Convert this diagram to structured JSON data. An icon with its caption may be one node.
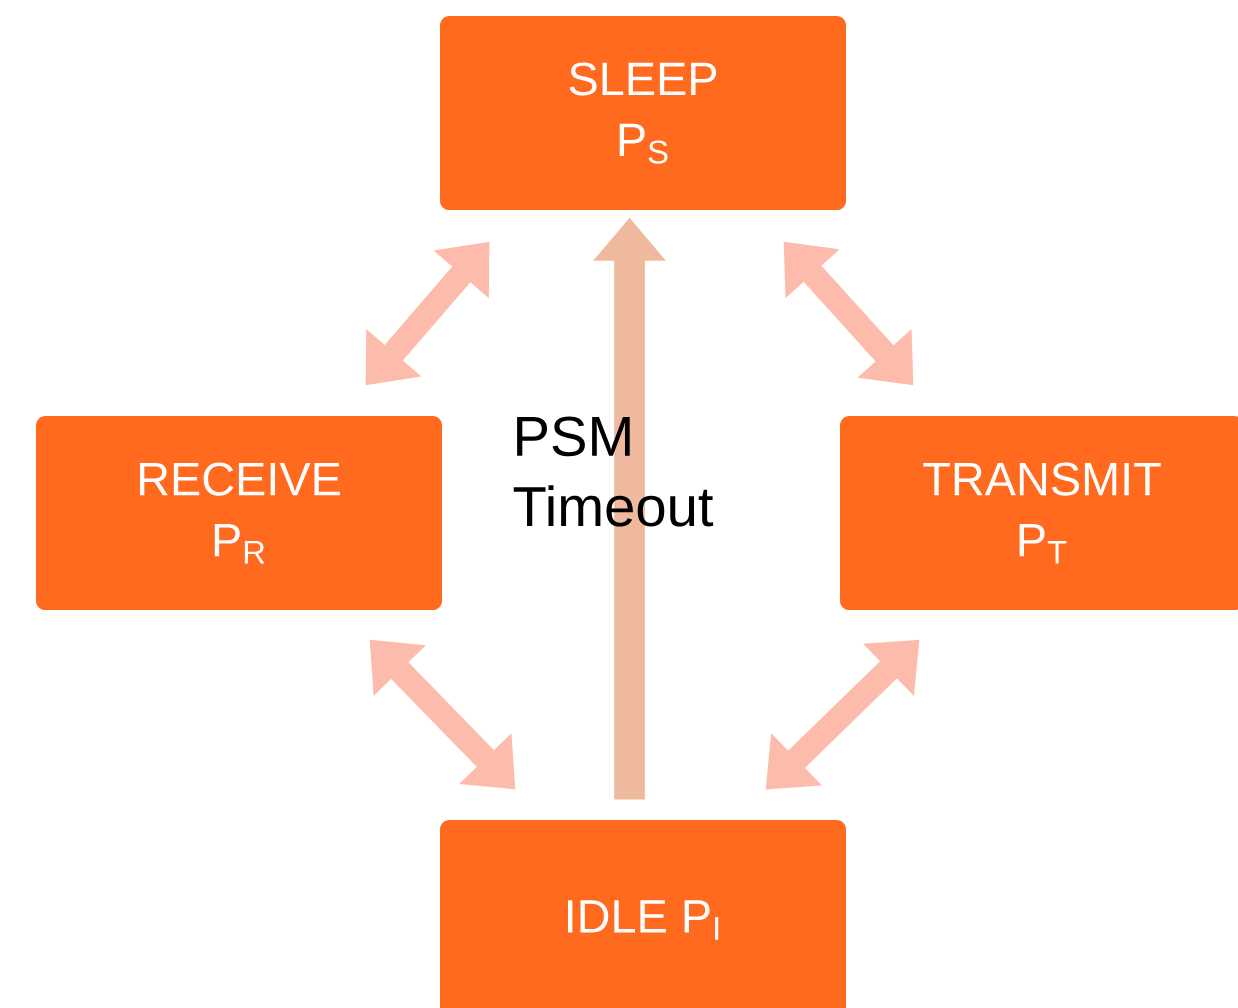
{
  "diagram": {
    "nodes": [
      {
        "text": [
          "SLEEP",
          "P$_{S}$"
        ]
      },
      {
        "text": [
          "RECEIVE",
          "P$_{R}$"
        ]
      },
      {
        "text": [
          "TRANSMIT",
          "P$_{T}$"
        ]
      },
      {
        "text": [
          "IDLE P$_{I}$"
        ]
      }
    ],
    "edges": [
      {
        "from": 0,
        "to": 1,
        "arrow": "both"
      },
      {
        "from": 0,
        "to": 2,
        "arrow": "both"
      },
      {
        "from": 1,
        "to": 3,
        "arrow": "both"
      },
      {
        "from": 2,
        "to": 3,
        "arrow": "both"
      },
      {
        "from": 3,
        "to": 0,
        "arrow": "to",
        "color": "#efb99d"
      }
    ],
    "labels": [
      "PSM Timeout"
    ]
  }
}
